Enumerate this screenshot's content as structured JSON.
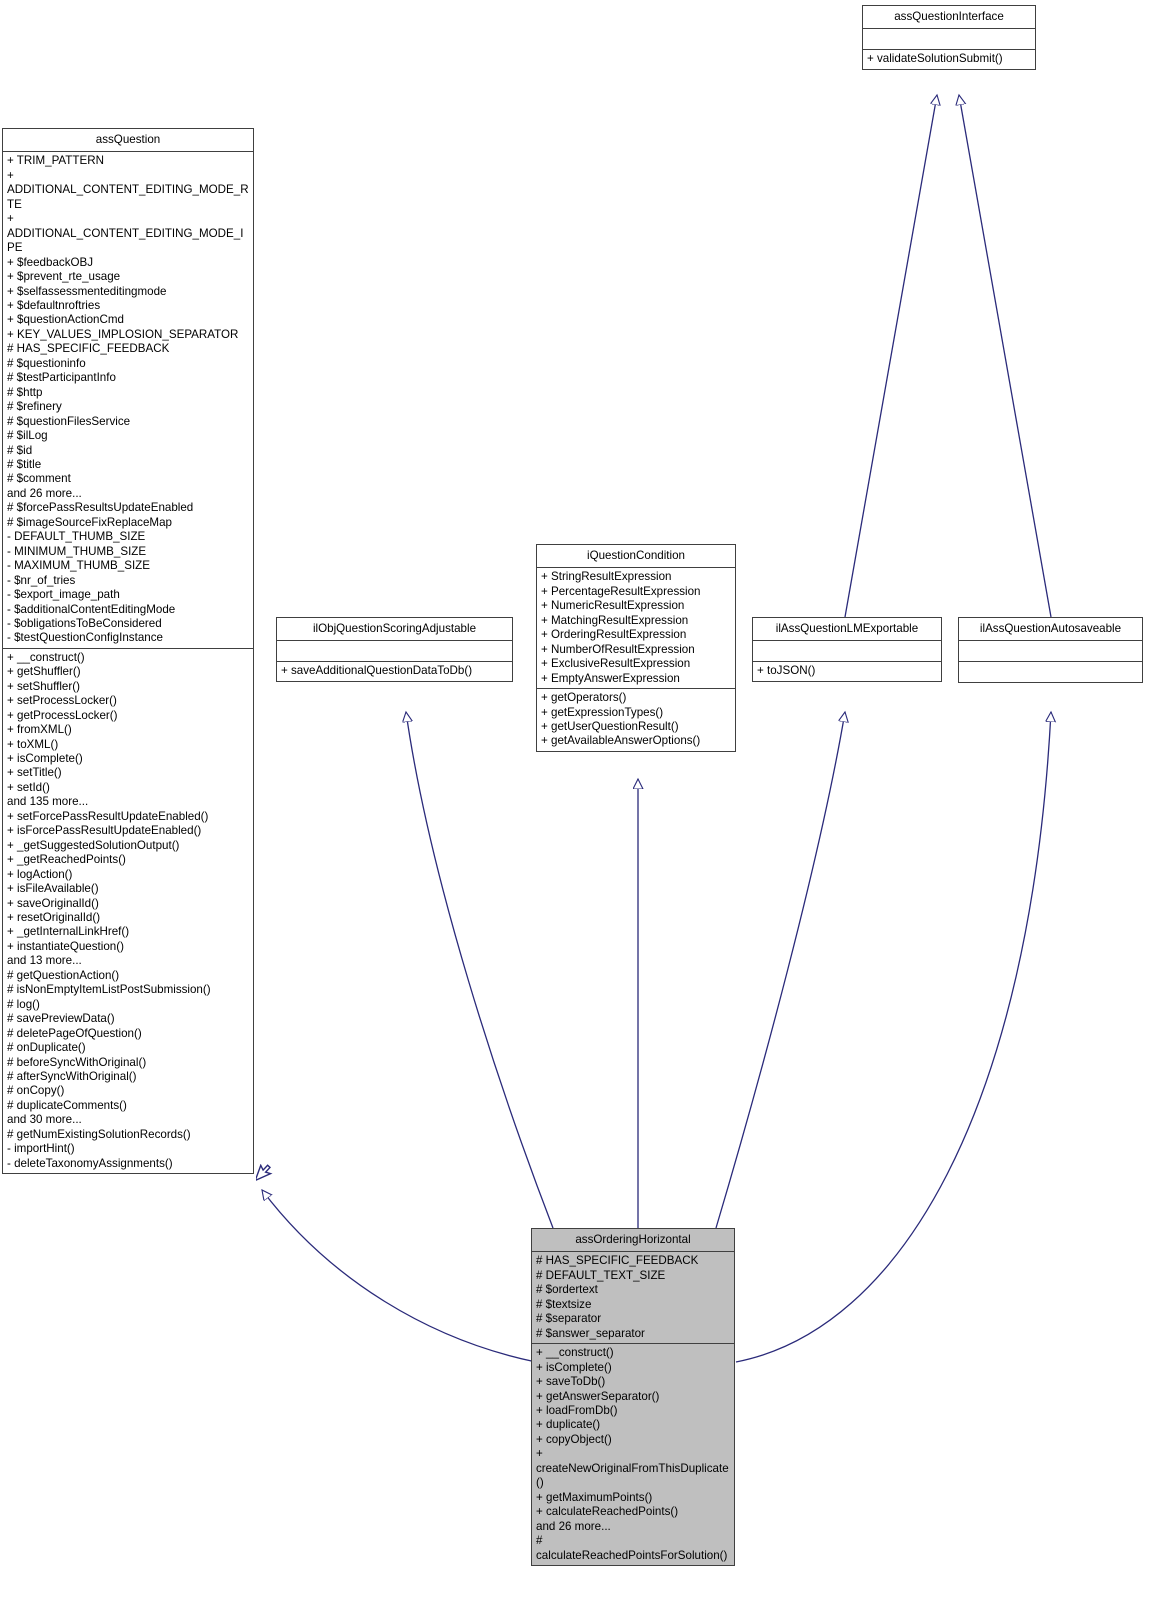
{
  "diagram": {
    "type": "uml-class-diagram",
    "title": "assOrderingHorizontal inheritance diagram",
    "background_color": "#ffffff",
    "edge_color": "#2a2a7a",
    "border_color": "#404040",
    "highlight_fill": "#bfbfbf"
  },
  "classes": {
    "assQuestion": {
      "name": "assQuestion",
      "filled": false,
      "attributes": [
        "+ TRIM_PATTERN",
        "+ ADDITIONAL_CONTENT_EDITING_MODE_RTE",
        "+ ADDITIONAL_CONTENT_EDITING_MODE_IPE",
        "+ $feedbackOBJ",
        "+ $prevent_rte_usage",
        "+ $selfassessmenteditingmode",
        "+ $defaultnroftries",
        "+ $questionActionCmd",
        "+ KEY_VALUES_IMPLOSION_SEPARATOR",
        "# HAS_SPECIFIC_FEEDBACK",
        "# $questioninfo",
        "# $testParticipantInfo",
        "# $http",
        "# $refinery",
        "# $questionFilesService",
        "# $ilLog",
        "# $id",
        "# $title",
        "# $comment",
        "and 26 more...",
        "# $forcePassResultsUpdateEnabled",
        "# $imageSourceFixReplaceMap",
        "- DEFAULT_THUMB_SIZE",
        "- MINIMUM_THUMB_SIZE",
        "- MAXIMUM_THUMB_SIZE",
        "- $nr_of_tries",
        "- $export_image_path",
        "- $additionalContentEditingMode",
        "- $obligationsToBeConsidered",
        "- $testQuestionConfigInstance"
      ],
      "methods": [
        "+ __construct()",
        "+ getShuffler()",
        "+ setShuffler()",
        "+ setProcessLocker()",
        "+ getProcessLocker()",
        "+ fromXML()",
        "+ toXML()",
        "+ isComplete()",
        "+ setTitle()",
        "+ setId()",
        "and 135 more...",
        "+ setForcePassResultUpdateEnabled()",
        "+ isForcePassResultUpdateEnabled()",
        "+ _getSuggestedSolutionOutput()",
        "+ _getReachedPoints()",
        "+ logAction()",
        "+ isFileAvailable()",
        "+ saveOriginalId()",
        "+ resetOriginalId()",
        "+ _getInternalLinkHref()",
        "+ instantiateQuestion()",
        "and 13 more...",
        "# getQuestionAction()",
        "# isNonEmptyItemListPostSubmission()",
        "# log()",
        "# savePreviewData()",
        "# deletePageOfQuestion()",
        "# onDuplicate()",
        "# beforeSyncWithOriginal()",
        "# afterSyncWithOriginal()",
        "# onCopy()",
        "# duplicateComments()",
        "and 30 more...",
        "# getNumExistingSolutionRecords()",
        "- importHint()",
        "- deleteTaxonomyAssignments()"
      ]
    },
    "assQuestionInterface": {
      "name": "assQuestionInterface",
      "filled": false,
      "attributes": [],
      "methods": [
        "+ validateSolutionSubmit()"
      ]
    },
    "iQuestionCondition": {
      "name": "iQuestionCondition",
      "filled": false,
      "attributes": [
        "+ StringResultExpression",
        "+ PercentageResultExpression",
        "+ NumericResultExpression",
        "+ MatchingResultExpression",
        "+ OrderingResultExpression",
        "+ NumberOfResultExpression",
        "+ ExclusiveResultExpression",
        "+ EmptyAnswerExpression"
      ],
      "methods": [
        "+ getOperators()",
        "+ getExpressionTypes()",
        "+ getUserQuestionResult()",
        "+ getAvailableAnswerOptions()"
      ]
    },
    "ilObjQuestionScoringAdjustable": {
      "name": "ilObjQuestionScoringAdjustable",
      "filled": false,
      "attributes": [],
      "methods": [
        "+ saveAdditionalQuestionDataToDb()"
      ]
    },
    "ilAssQuestionLMExportable": {
      "name": "ilAssQuestionLMExportable",
      "filled": false,
      "attributes": [],
      "methods": [
        "+ toJSON()"
      ]
    },
    "ilAssQuestionAutosaveable": {
      "name": "ilAssQuestionAutosaveable",
      "filled": false,
      "attributes": [],
      "methods": []
    },
    "assOrderingHorizontal": {
      "name": "assOrderingHorizontal",
      "filled": true,
      "attributes": [
        "# HAS_SPECIFIC_FEEDBACK",
        "# DEFAULT_TEXT_SIZE",
        "# $ordertext",
        "# $textsize",
        "# $separator",
        "# $answer_separator"
      ],
      "methods": [
        "+ __construct()",
        "+ isComplete()",
        "+ saveToDb()",
        "+ getAnswerSeparator()",
        "+ loadFromDb()",
        "+ duplicate()",
        "+ copyObject()",
        "+ createNewOriginalFromThisDuplicate()",
        "+ getMaximumPoints()",
        "+ calculateReachedPoints()",
        "and 26 more...",
        "# calculateReachedPointsForSolution()"
      ]
    }
  },
  "relations": [
    {
      "from": "assOrderingHorizontal",
      "to": "assQuestion",
      "kind": "inheritance"
    },
    {
      "from": "assOrderingHorizontal",
      "to": "ilObjQuestionScoringAdjustable",
      "kind": "inheritance"
    },
    {
      "from": "assOrderingHorizontal",
      "to": "iQuestionCondition",
      "kind": "inheritance"
    },
    {
      "from": "assOrderingHorizontal",
      "to": "ilAssQuestionLMExportable",
      "kind": "inheritance"
    },
    {
      "from": "assOrderingHorizontal",
      "to": "ilAssQuestionAutosaveable",
      "kind": "inheritance"
    },
    {
      "from": "ilAssQuestionLMExportable",
      "to": "assQuestionInterface",
      "kind": "inheritance"
    },
    {
      "from": "ilAssQuestionAutosaveable",
      "to": "assQuestionInterface",
      "kind": "inheritance"
    }
  ]
}
